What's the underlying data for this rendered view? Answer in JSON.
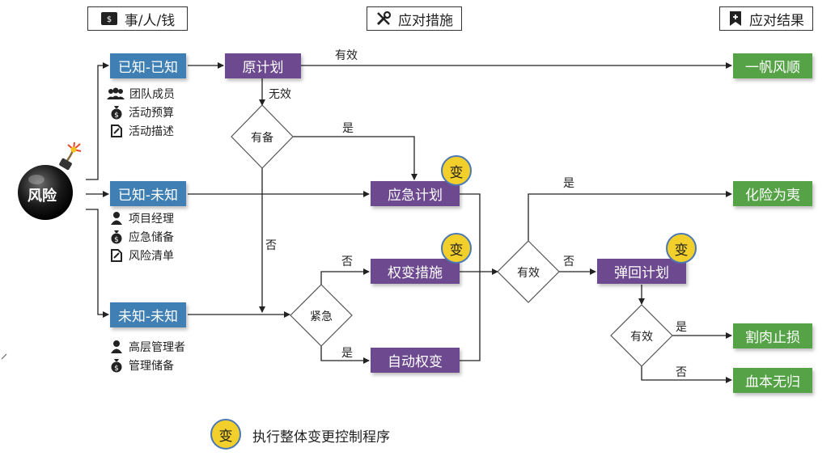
{
  "headers": {
    "left": "事/人/钱",
    "center": "应对措施",
    "right": "应对结果"
  },
  "risk": {
    "label": "风险"
  },
  "categories": {
    "known_known": {
      "label": "已知-已知",
      "items": [
        {
          "icon": "team-icon",
          "text": "团队成员"
        },
        {
          "icon": "money-bag-icon",
          "text": "活动预算"
        },
        {
          "icon": "document-icon",
          "text": "活动描述"
        }
      ]
    },
    "known_unknown": {
      "label": "已知-未知",
      "items": [
        {
          "icon": "person-icon",
          "text": "项目经理"
        },
        {
          "icon": "money-bag-icon",
          "text": "应急储备"
        },
        {
          "icon": "document-icon",
          "text": "风险清单"
        }
      ]
    },
    "unknown_unknown": {
      "label": "未知-未知",
      "items": [
        {
          "icon": "person-icon",
          "text": "高层管理者"
        },
        {
          "icon": "money-bag-icon",
          "text": "管理储备"
        }
      ]
    }
  },
  "measures": {
    "original_plan": "原计划",
    "contingency_plan": "应急计划",
    "workaround": "权变措施",
    "auto_workaround": "自动权变",
    "fallback_plan": "弹回计划"
  },
  "decisions": {
    "has_backup": "有备",
    "urgent": "紧急",
    "effective_1": "有效",
    "effective_2": "有效"
  },
  "results": {
    "smooth": "一帆风顺",
    "averted": "化险为夷",
    "stop_loss": "割肉止损",
    "total_loss": "血本无归"
  },
  "edge_labels": {
    "effective": "有效",
    "ineffective": "无效",
    "yes_backup": "是",
    "no_backup": "否",
    "urgent_no": "否",
    "urgent_yes": "是",
    "eff1_yes": "是",
    "eff1_no": "否",
    "eff2_yes": "是",
    "eff2_no": "否"
  },
  "change_badge": "变",
  "legend": {
    "badge": "变",
    "text": "执行整体变更控制程序"
  },
  "colors": {
    "category": "#3f7fb3",
    "measure": "#6d4a8f",
    "result": "#55a346",
    "badge_fill": "#f2cf2b",
    "badge_border": "#4a78b5"
  }
}
